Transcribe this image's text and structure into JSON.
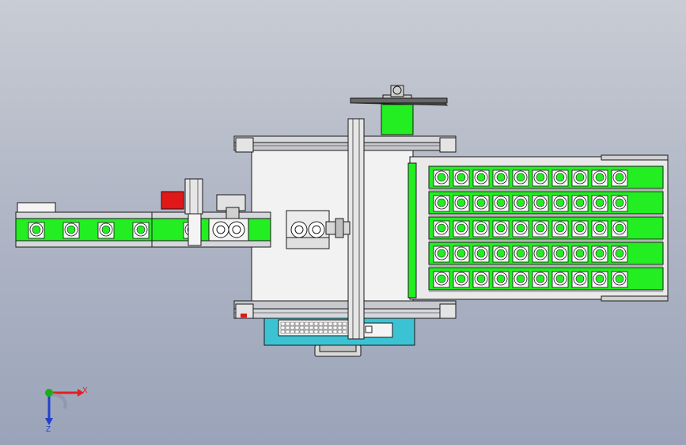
{
  "viewport": {
    "background_top": "#c9ccd4",
    "background_bottom": "#9aa3b9"
  },
  "colors": {
    "conveyor_green": "#22ee22",
    "frame_gray": "#d5d7dc",
    "plate_white": "#eeeeee",
    "cabinet_cyan": "#3cc3d3",
    "alarm_red": "#e01818",
    "axis_x": "#e02020",
    "axis_y": "#18b018",
    "axis_z": "#2040d0",
    "outline": "#1a1a1a"
  },
  "model": {
    "tray_rows": 5,
    "tray_cols": 10,
    "infeed_pockets": 4
  },
  "triad": {
    "x_label": "X",
    "z_label": "Z"
  }
}
